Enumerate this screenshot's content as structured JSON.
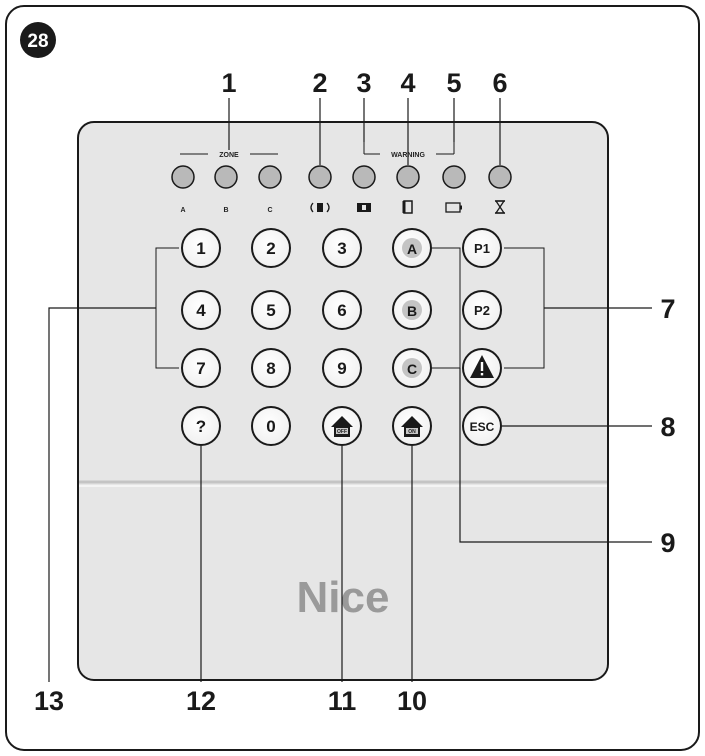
{
  "figure": {
    "number": "28",
    "brand": "Nice"
  },
  "group_labels": {
    "zone": "ZONE",
    "warning": "WARNING"
  },
  "led_labels": [
    "A",
    "B",
    "C"
  ],
  "led_icons": [
    "signal-waves-icon",
    "battery-block-icon",
    "door-icon",
    "battery-icon",
    "hourglass-icon"
  ],
  "keys": {
    "digits": [
      "1",
      "2",
      "3",
      "4",
      "5",
      "6",
      "7",
      "8",
      "9",
      "?",
      "0"
    ],
    "area": [
      "A",
      "B",
      "C"
    ],
    "programs": [
      "P1",
      "P2"
    ],
    "esc": "ESC",
    "off": "OFF",
    "on": "ON"
  },
  "callouts": {
    "top": [
      "1",
      "2",
      "3",
      "4",
      "5",
      "6"
    ],
    "right": [
      "7",
      "8",
      "9"
    ],
    "bottom": [
      "13",
      "12",
      "11",
      "10"
    ]
  },
  "colors": {
    "led": "#b9b9b9",
    "panel": "#e6e6e6",
    "outline": "#1a1a1a",
    "brand": "#9a9a9a"
  }
}
